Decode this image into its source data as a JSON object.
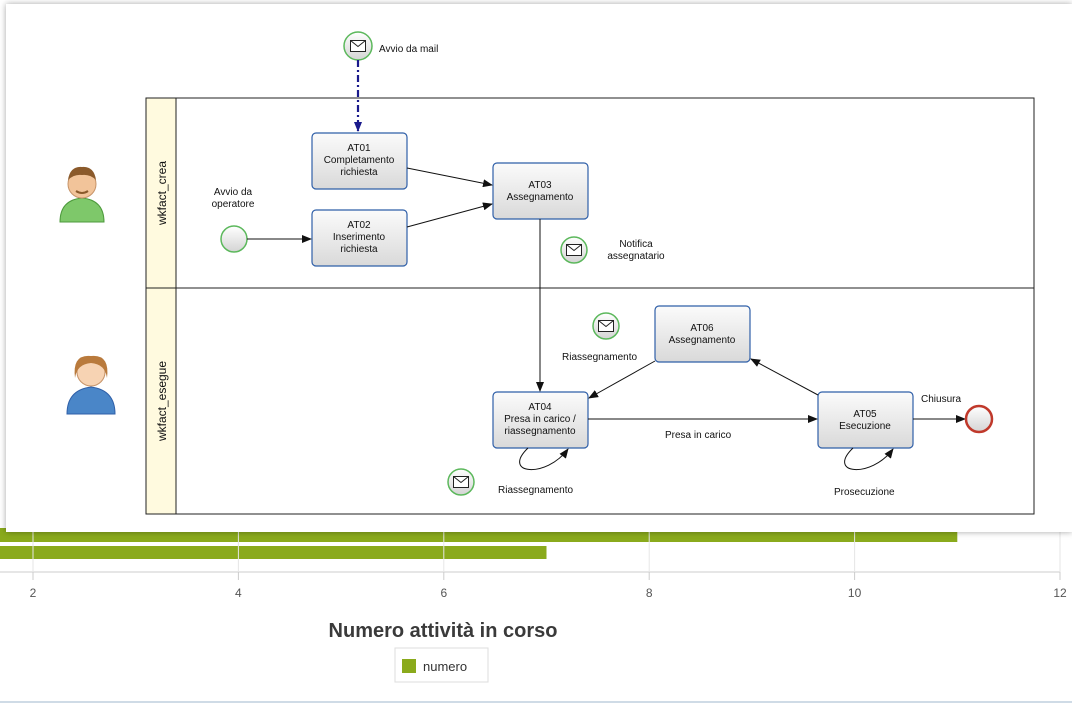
{
  "chart_data": {
    "type": "bar",
    "title": "Numero attività  in corso",
    "xlim": [
      0,
      12
    ],
    "x_ticks": [
      2,
      4,
      6,
      8,
      10,
      12
    ],
    "x_tick_labels": [
      "2",
      "4",
      "6",
      "8",
      "10",
      "12"
    ],
    "orientation": "horizontal",
    "series": [
      {
        "name": "numero",
        "values": [
          11,
          7
        ]
      }
    ],
    "legend": "bottom-center",
    "colors": {
      "bar": "#8aaa1c",
      "legend_swatch": "#8aaa1c"
    }
  },
  "diagram": {
    "pools": {
      "lane_top_label": "wkfact_crea",
      "lane_bottom_label": "wkfact_esegue"
    },
    "events": {
      "start_mail_label": "Avvio da mail",
      "start_operator_label": "Avvio da\noperatore",
      "notify_assignee_label": "Notifica\nassegnatario",
      "reassign_message_label": "Riassegnamento",
      "end_label": "Chiusura"
    },
    "tasks": {
      "at01": "AT01\nCompletamento\nrichiesta",
      "at02": "AT02\nInserimento\nrichiesta",
      "at03": "AT03\nAssegnamento",
      "at04": "AT04\nPresa in carico /\nriassegnamento",
      "at05": "AT05\nEsecuzione",
      "at06": "AT06\nAssegnamento"
    },
    "flows": {
      "at04_to_at05": "Presa in carico",
      "at04_loop": "Riassegnamento",
      "at05_loop": "Prosecuzione"
    },
    "colors": {
      "lane_header": "#fffadf",
      "task_border": "#2f5fa8",
      "event_border": "#5cb85c",
      "end_event_border": "#c0392b",
      "message_flow": "#1a1a8c"
    },
    "icons": {
      "actor_top": "user-icon-green",
      "actor_bottom": "user-icon-blue",
      "message": "envelope-icon"
    }
  }
}
